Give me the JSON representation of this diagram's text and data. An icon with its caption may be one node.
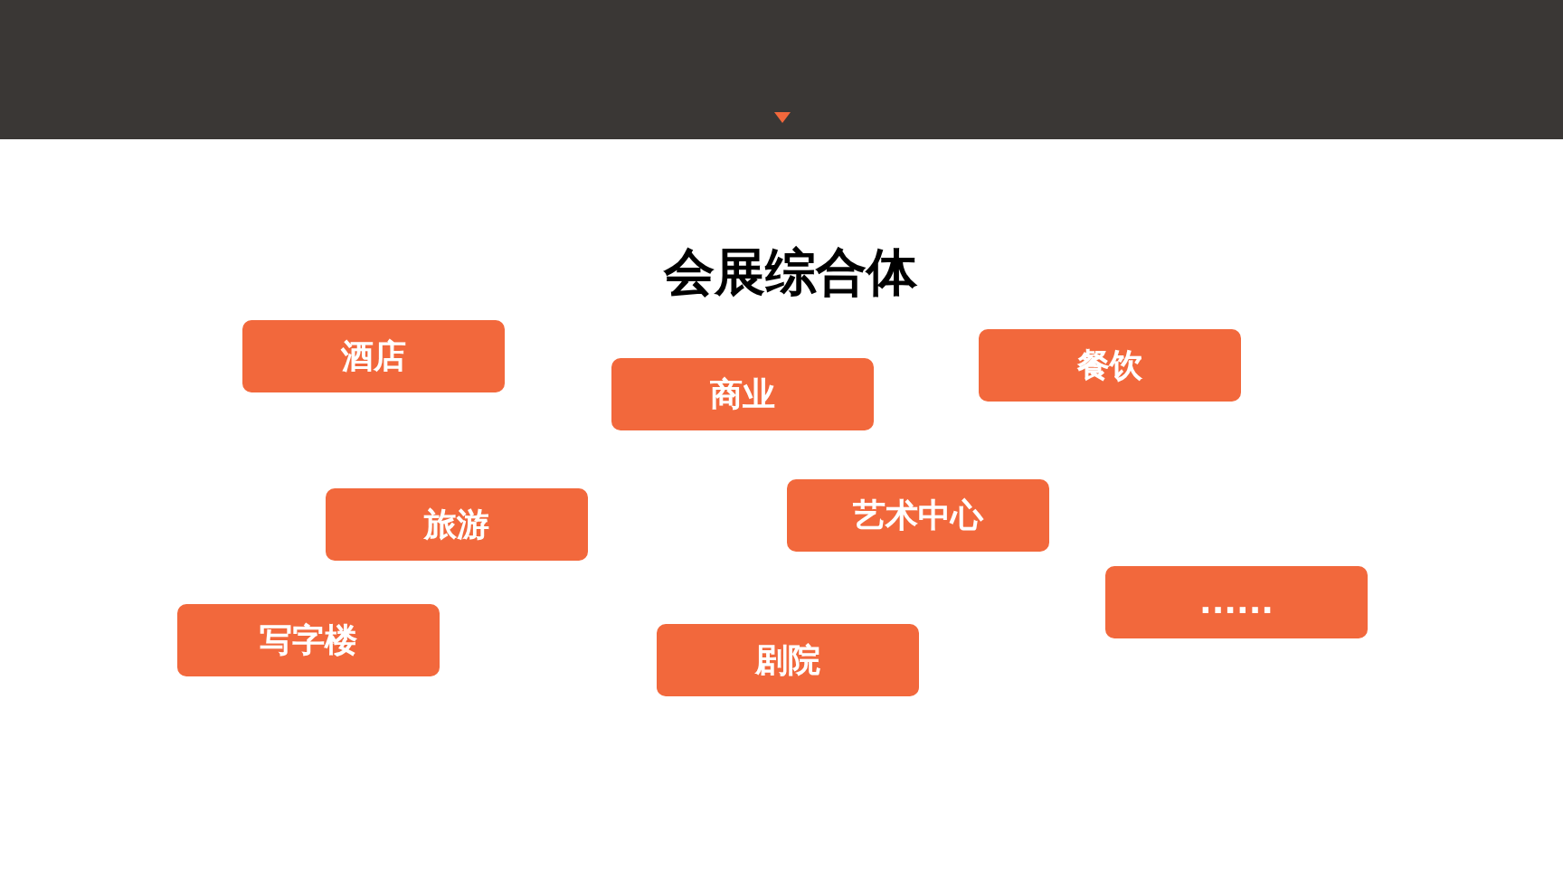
{
  "diagram": {
    "title": "会展综合体",
    "nodes": [
      {
        "text": [
          "酒店"
        ]
      },
      {
        "text": [
          "商业"
        ]
      },
      {
        "text": [
          "餐饮"
        ]
      },
      {
        "text": [
          "旅游"
        ]
      },
      {
        "text": [
          "艺术中心"
        ]
      },
      {
        "text": [
          "......"
        ]
      },
      {
        "text": [
          "写字楼"
        ]
      },
      {
        "text": [
          "剧院"
        ]
      }
    ]
  }
}
